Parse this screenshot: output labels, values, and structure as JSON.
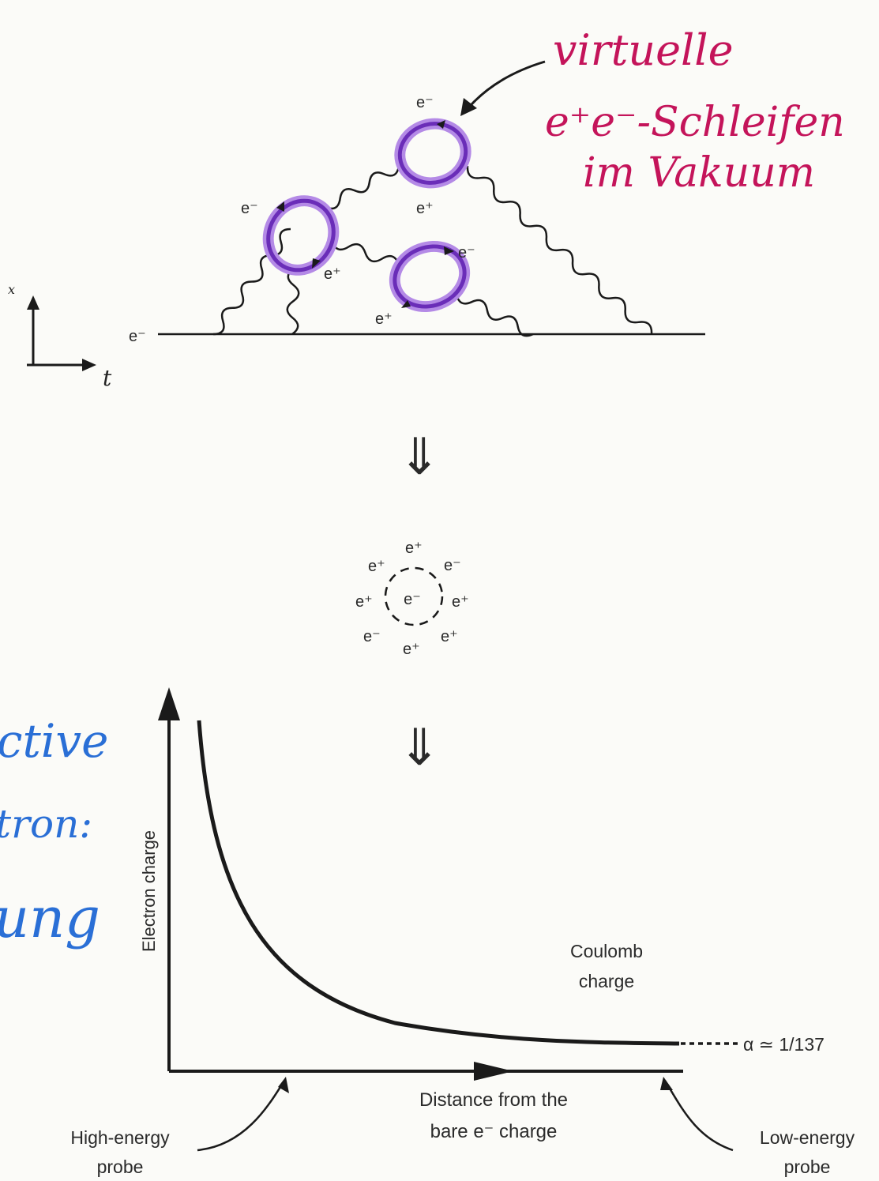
{
  "annotation_red": {
    "line1": "virtuelle",
    "line2": "e⁺e⁻-Schleifen",
    "line3": "im Vakuum"
  },
  "axes_sketch": {
    "x": "x",
    "t": "t"
  },
  "feynman": {
    "incoming": "e⁻",
    "loop_top": {
      "minus": "e⁻",
      "plus": "e⁺"
    },
    "loop_left": {
      "minus": "e⁻",
      "plus": "e⁺"
    },
    "loop_right": {
      "minus": "e⁻",
      "plus": "e⁺"
    }
  },
  "arrow_symbol": "⇓",
  "cloud": {
    "center": "e⁻",
    "labels": [
      "e⁺",
      "e⁺",
      "e⁻",
      "e⁺",
      "e⁺",
      "e⁻",
      "e⁺",
      "e⁺"
    ]
  },
  "annotation_blue": {
    "line1": "ctive",
    "line2": "tron:",
    "line3": "ung"
  },
  "graph": {
    "ylabel": "Electron charge",
    "coulomb_line1": "Coulomb",
    "coulomb_line2": "charge",
    "asymptote": "α ≃ 1/137",
    "xlabel_line1": "Distance from the",
    "xlabel_line2": "bare e⁻ charge",
    "high_probe_line1": "High-energy",
    "high_probe_line2": "probe",
    "low_probe_line1": "Low-energy",
    "low_probe_line2": "probe"
  },
  "colors": {
    "ink": "#1a1a1a",
    "loop_purple": "#8a3fd1",
    "annotation_red": "#c4145a",
    "annotation_blue": "#2a6fd6"
  }
}
